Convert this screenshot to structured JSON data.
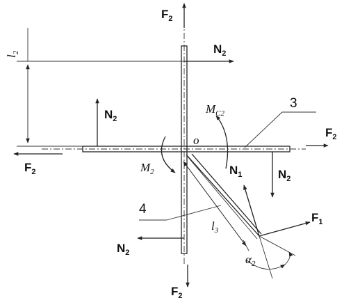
{
  "labels": {
    "f2_top": "F",
    "f2_top_sub": "2",
    "f2_right": "F",
    "f2_right_sub": "2",
    "f2_left": "F",
    "f2_left_sub": "2",
    "f2_bottom": "F",
    "f2_bottom_sub": "2",
    "n2_top": "N",
    "n2_top_sub": "2",
    "n2_left": "N",
    "n2_left_sub": "2",
    "n2_right": "N",
    "n2_right_sub": "2",
    "n2_bottom": "N",
    "n2_bottom_sub": "2",
    "n1": "N",
    "n1_sub": "1",
    "f1": "F",
    "f1_sub": "1",
    "m_c2": "M",
    "m_c2_sub": "C2",
    "m2": "M",
    "m2_sub": "2",
    "origin": "o",
    "l2": "l",
    "l2_sub": "2",
    "l3": "l",
    "l3_sub": "3",
    "alpha": "α",
    "alpha_sub": "2",
    "callout_3": "3",
    "callout_4": "4"
  }
}
